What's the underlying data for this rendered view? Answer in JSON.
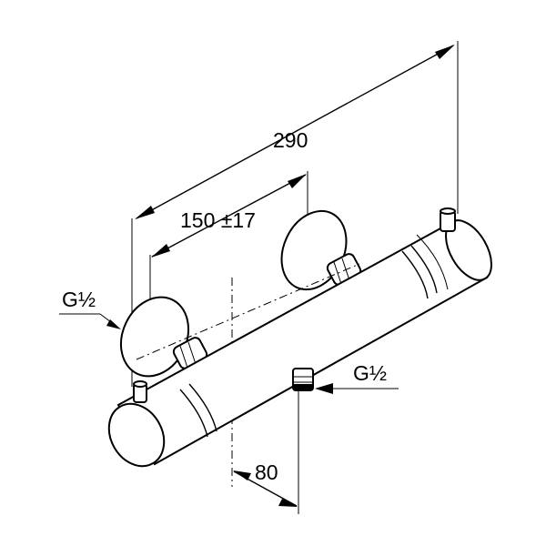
{
  "dimensions": {
    "overall_length": "290",
    "inlet_spacing": "150 ±17",
    "outlet_offset": "80"
  },
  "connections": {
    "inlet_thread": "G½",
    "outlet_thread": "G½"
  }
}
